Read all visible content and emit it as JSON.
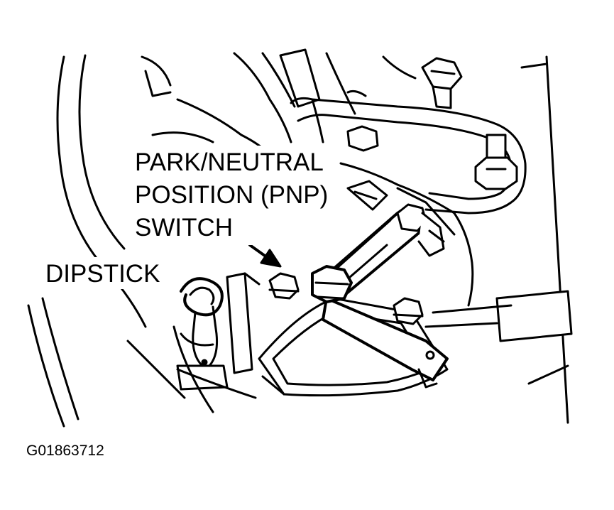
{
  "labels": {
    "pnp_line1": "PARK/NEUTRAL",
    "pnp_line2": "POSITION (PNP)",
    "pnp_line3": "SWITCH",
    "dipstick": "DIPSTICK",
    "figure_id": "G01863712"
  },
  "colors": {
    "ink": "#000000",
    "paper": "#ffffff"
  }
}
